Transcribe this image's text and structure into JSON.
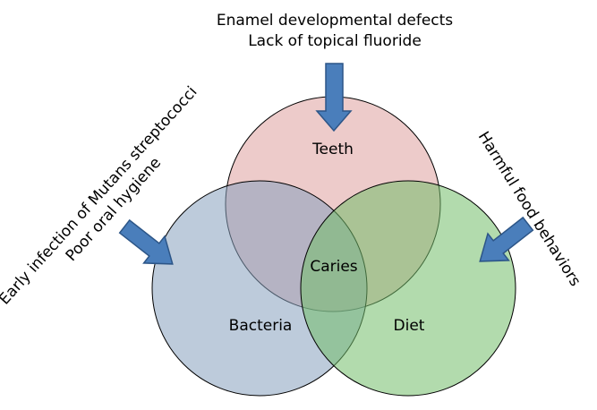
{
  "diagram": {
    "circles": {
      "teeth": "Teeth",
      "bacteria": "Bacteria",
      "diet": "Diet",
      "center": "Caries"
    },
    "top_factors": {
      "line1": "Enamel developmental defects",
      "line2": "Lack of topical fluoride"
    },
    "left_factors": {
      "line1": "Early infection of Mutans streptococci",
      "line2": "Poor oral hygiene"
    },
    "right_factors": {
      "line1": "Harmful food behaviors"
    },
    "colors": {
      "teeth": "#dea09e",
      "bacteria": "#87a0be",
      "diet": "#73be69",
      "arrow": "#4a7ebb"
    }
  }
}
